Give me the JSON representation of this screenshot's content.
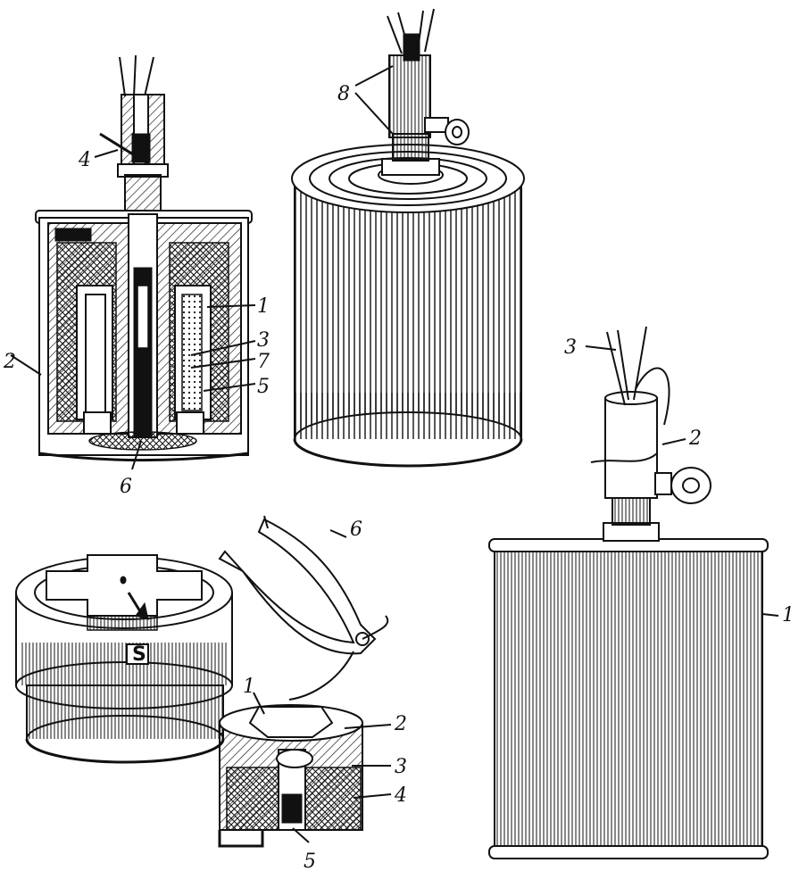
{
  "labels": {
    "a": {
      "l1": "1",
      "l2": "2",
      "l3": "3",
      "l4": "4",
      "l5": "5",
      "l6": "6",
      "l7": "7"
    },
    "b": {
      "l8": "8"
    },
    "c": {
      "l1": "1",
      "l2": "2",
      "l3": "3"
    },
    "d": {
      "s": "S"
    },
    "e": {
      "l1": "1",
      "l2": "2",
      "l3": "3",
      "l4": "4",
      "l5": "5",
      "l6": "6"
    }
  }
}
